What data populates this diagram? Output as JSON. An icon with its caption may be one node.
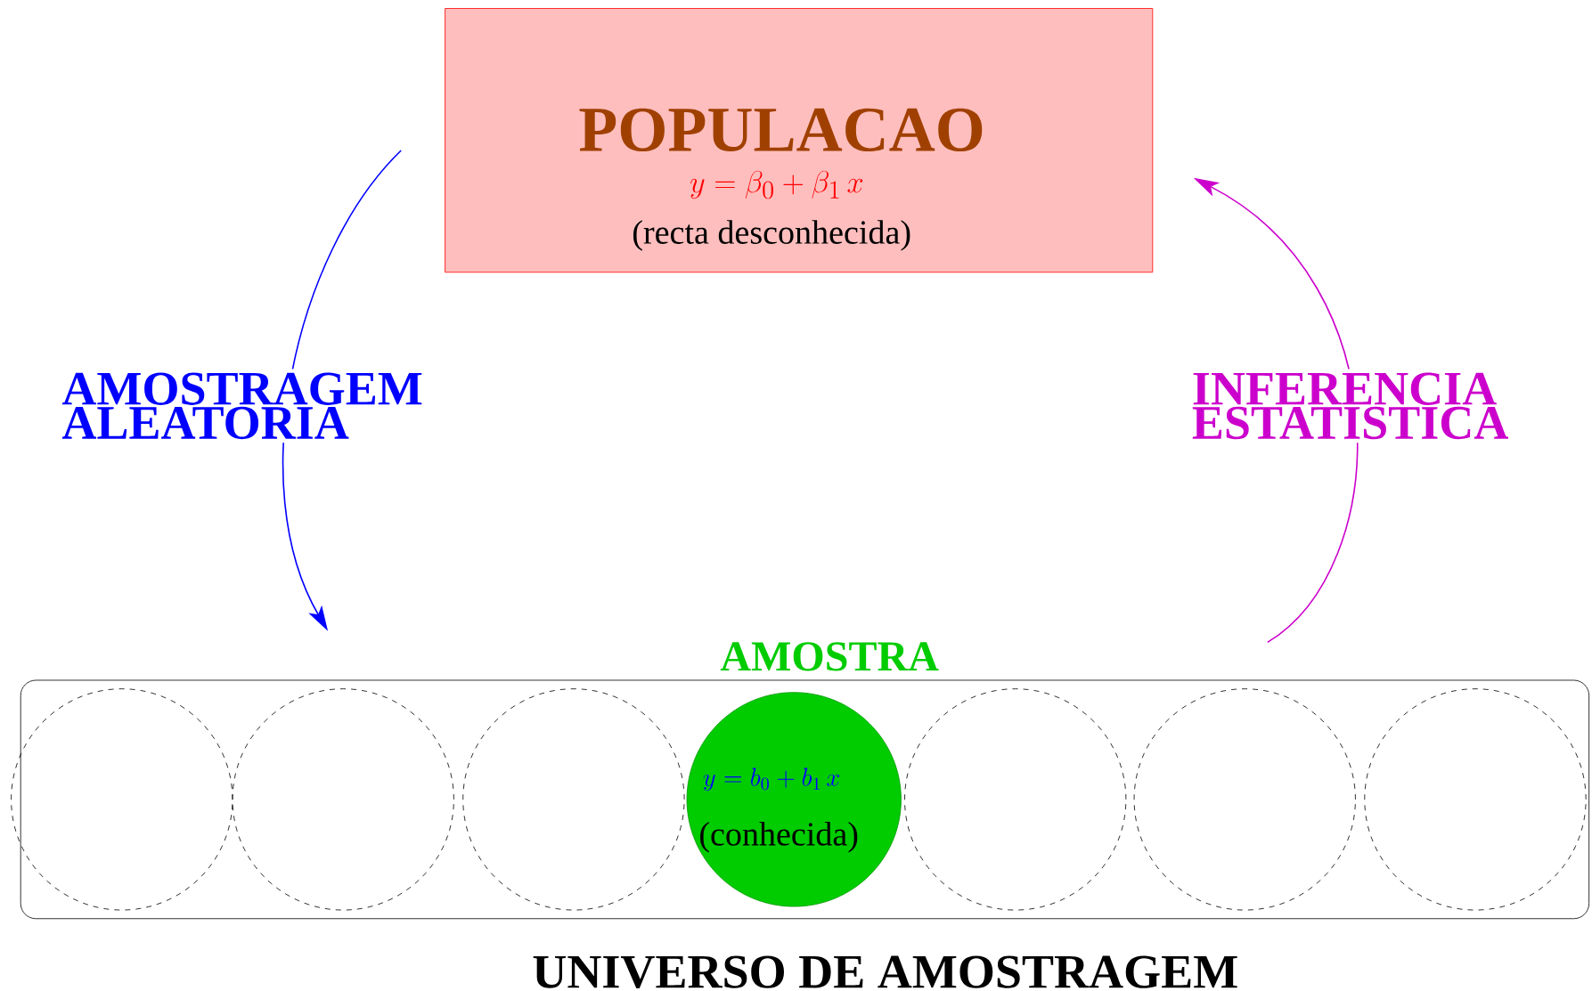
{
  "diagram": {
    "nodes": [
      {
        "text": [
          "POPULACAO",
          "y = \\beta_0 + \\beta_1 \\, x",
          "(recta desconhecida)"
        ]
      },
      {
        "text": [
          "UNIVERSO DE AMOSTRAGEM"
        ]
      },
      {
        "text": [],
        "shape": "circle",
        "in": 1
      },
      {
        "text": [],
        "shape": "circle",
        "in": 1
      },
      {
        "text": [],
        "shape": "circle",
        "in": 1
      },
      {
        "text": [
          "y = b_0 + b_1 \\, x",
          "(conhecida)"
        ],
        "beside": [
          "AMOSTRA"
        ],
        "in": 1
      },
      {
        "text": [],
        "shape": "circle",
        "in": 1
      },
      {
        "text": [],
        "shape": "circle",
        "in": 1
      },
      {
        "text": [],
        "shape": "circle",
        "in": 1
      }
    ],
    "edges": [
      {
        "from": 0,
        "to": 1,
        "arrow": "to",
        "label": "AMOSTRAGEM ALEATORIA",
        "color": "#0000ff"
      },
      {
        "from": 1,
        "to": 0,
        "arrow": "to",
        "label": "INFERENCIA ESTATISTICA",
        "color": "#cc00cc"
      }
    ]
  }
}
